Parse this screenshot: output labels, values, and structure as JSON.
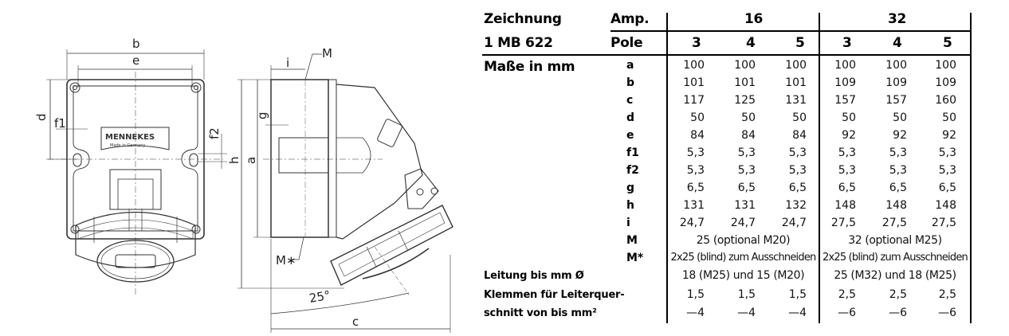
{
  "drawing": {
    "brand_label": "MENNEKES",
    "brand_sub": "Made in Germany",
    "front_view_dims": [
      "b",
      "e",
      "d",
      "f1",
      "f2"
    ],
    "side_view_dims": [
      "i",
      "M",
      "g",
      "h",
      "a",
      "M*",
      "25°",
      "c"
    ],
    "labels": {
      "b": "b",
      "e": "e",
      "d": "d",
      "f1": "f1",
      "f2": "f2",
      "i": "i",
      "M": "M",
      "g": "g",
      "h": "h",
      "a": "a",
      "Mstar": "M∗",
      "angle": "25°",
      "c": "c"
    }
  },
  "table": {
    "title_line1": "Zeichnung",
    "title_line2": "1 MB 622",
    "units_label": "Maße in mm",
    "amp_label": "Amp.",
    "pole_label": "Pole",
    "amp_groups": [
      {
        "amp": "16",
        "poles": [
          "3",
          "4",
          "5"
        ]
      },
      {
        "amp": "32",
        "poles": [
          "3",
          "4",
          "5"
        ]
      }
    ],
    "rows": [
      {
        "key": "a",
        "values": [
          "100",
          "100",
          "100",
          "100",
          "100",
          "100"
        ]
      },
      {
        "key": "b",
        "values": [
          "101",
          "101",
          "101",
          "109",
          "109",
          "109"
        ]
      },
      {
        "key": "c",
        "values": [
          "117",
          "125",
          "131",
          "157",
          "157",
          "160"
        ]
      },
      {
        "key": "d",
        "values": [
          "50",
          "50",
          "50",
          "50",
          "50",
          "50"
        ]
      },
      {
        "key": "e",
        "values": [
          "84",
          "84",
          "84",
          "92",
          "92",
          "92"
        ]
      },
      {
        "key": "f1",
        "values": [
          "5,3",
          "5,3",
          "5,3",
          "5,3",
          "5,3",
          "5,3"
        ]
      },
      {
        "key": "f2",
        "values": [
          "5,3",
          "5,3",
          "5,3",
          "5,3",
          "5,3",
          "5,3"
        ]
      },
      {
        "key": "g",
        "values": [
          "6,5",
          "6,5",
          "6,5",
          "6,5",
          "6,5",
          "6,5"
        ]
      },
      {
        "key": "h",
        "values": [
          "131",
          "131",
          "132",
          "148",
          "148",
          "148"
        ]
      },
      {
        "key": "i",
        "values": [
          "24,7",
          "24,7",
          "24,7",
          "27,5",
          "27,5",
          "27,5"
        ]
      }
    ],
    "row_M": {
      "key": "M",
      "group16": "25 (optional M20)",
      "group32": "32 (optional M25)"
    },
    "row_Mstar": {
      "key": "M*",
      "group16": "2x25 (blind) zum Ausschneiden",
      "group32": "2x25 (blind) zum Ausschneiden"
    },
    "row_leitung": {
      "label": "Leitung bis mm Ø",
      "group16": "18 (M25) und 15 (M20)",
      "group32": "25 (M32) und 18 (M25)"
    },
    "row_klemmen": {
      "label1": "Klemmen für Leiterquer-",
      "label2": "schnitt von bis mm²",
      "from": [
        "1,5",
        "1,5",
        "1,5",
        "2,5",
        "2,5",
        "2,5"
      ],
      "to": [
        "—4",
        "—4",
        "—4",
        "—6",
        "—6",
        "—6"
      ]
    }
  }
}
